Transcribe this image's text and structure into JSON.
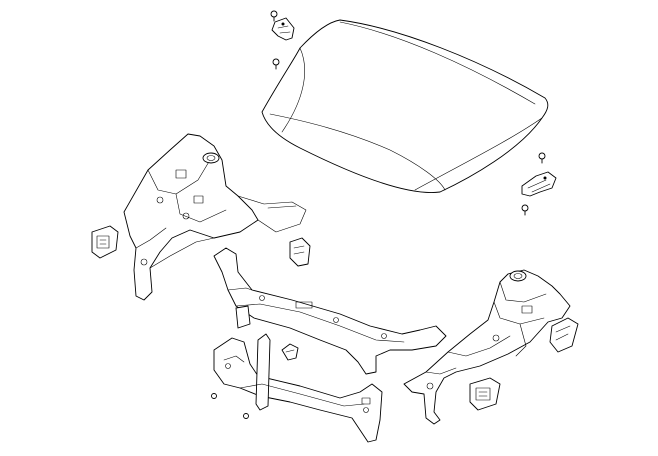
{
  "diagram": {
    "background": "#ffffff",
    "line_color": "#000000",
    "parts": [
      "hood",
      "hood-hinge-left",
      "hood-hinge-right",
      "bolt",
      "left-front-apron-assembly",
      "left-apron-bracket",
      "left-apron-small-bracket",
      "upper-radiator-support",
      "lower-radiator-support",
      "radiator-support-clip",
      "right-front-apron-assembly",
      "right-apron-bracket"
    ]
  }
}
